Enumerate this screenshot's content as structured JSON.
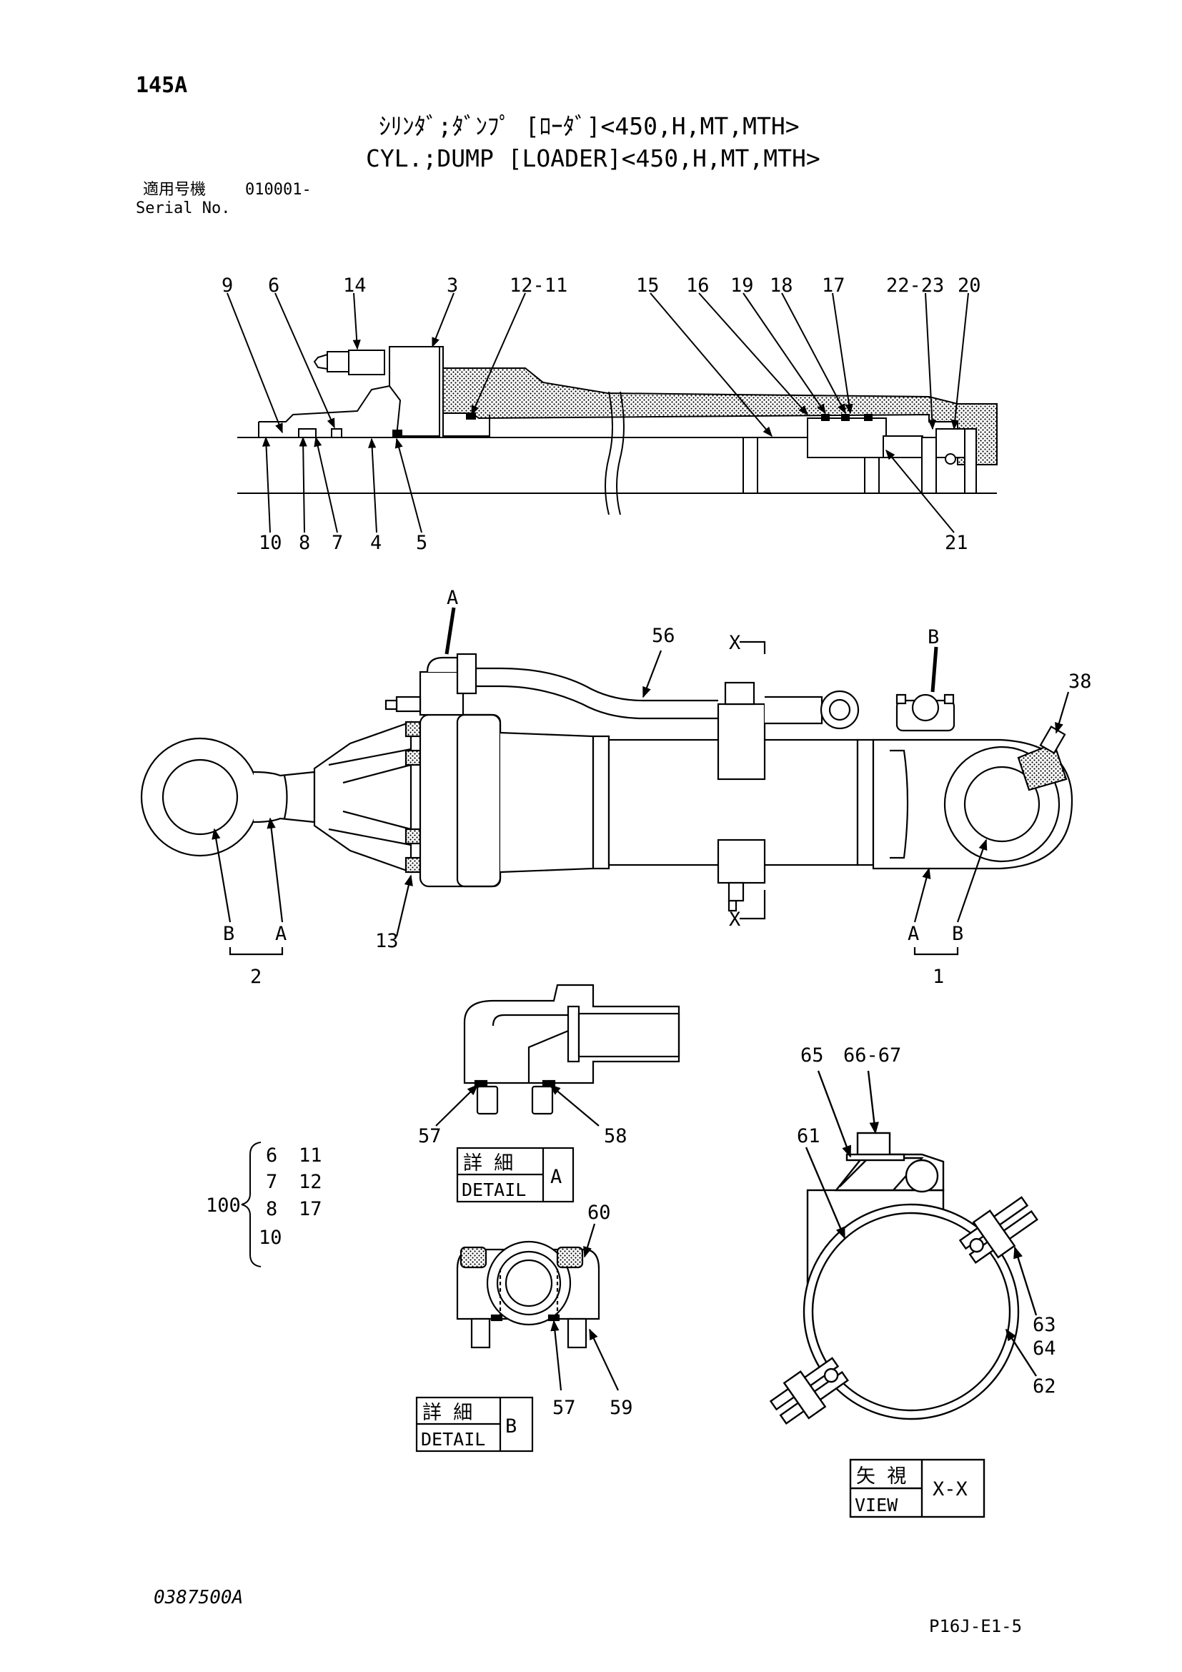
{
  "header": {
    "page_number": "145A",
    "title_jp": "ｼﾘﾝﾀﾞ;ﾀﾞﾝﾌﾟ [ﾛｰﾀﾞ]<450,H,MT,MTH>",
    "title_en": "CYL.;DUMP [LOADER]<450,H,MT,MTH>",
    "serial_label_jp": "適用号機",
    "serial_value": "010001-",
    "serial_label_en": "Serial No."
  },
  "section_view": {
    "top_callouts": [
      "9",
      "6",
      "14",
      "3",
      "12-11",
      "15",
      "16",
      "19",
      "18",
      "17",
      "22-23",
      "20"
    ],
    "bottom_callouts": [
      "10",
      "8",
      "7",
      "4",
      "5",
      "21"
    ]
  },
  "main_view": {
    "labels": {
      "a_top": "A",
      "b_top": "B",
      "n56": "56",
      "n38": "38",
      "x_top": "X",
      "x_bottom": "X",
      "n13": "13",
      "left_b": "B",
      "left_a": "A",
      "left_group": "2",
      "right_a": "A",
      "right_b": "B",
      "right_group": "1"
    }
  },
  "kit": {
    "number": "100",
    "items": [
      "6",
      "11",
      "7",
      "12",
      "8",
      "17",
      "10"
    ]
  },
  "detail_a": {
    "callouts": [
      "57",
      "58"
    ],
    "box_jp": "詳 細",
    "box_en": "DETAIL",
    "box_letter": "A"
  },
  "detail_b": {
    "callouts": [
      "60",
      "57",
      "59"
    ],
    "box_jp": "詳 細",
    "box_en": "DETAIL",
    "box_letter": "B"
  },
  "view_xx": {
    "callouts": [
      "65",
      "66-67",
      "61",
      "63",
      "64",
      "62"
    ],
    "box_jp": "矢 視",
    "box_en": "VIEW",
    "box_letter": "X-X"
  },
  "footer": {
    "drawing_number": "0387500A",
    "page_code": "P16J-E1-5"
  }
}
